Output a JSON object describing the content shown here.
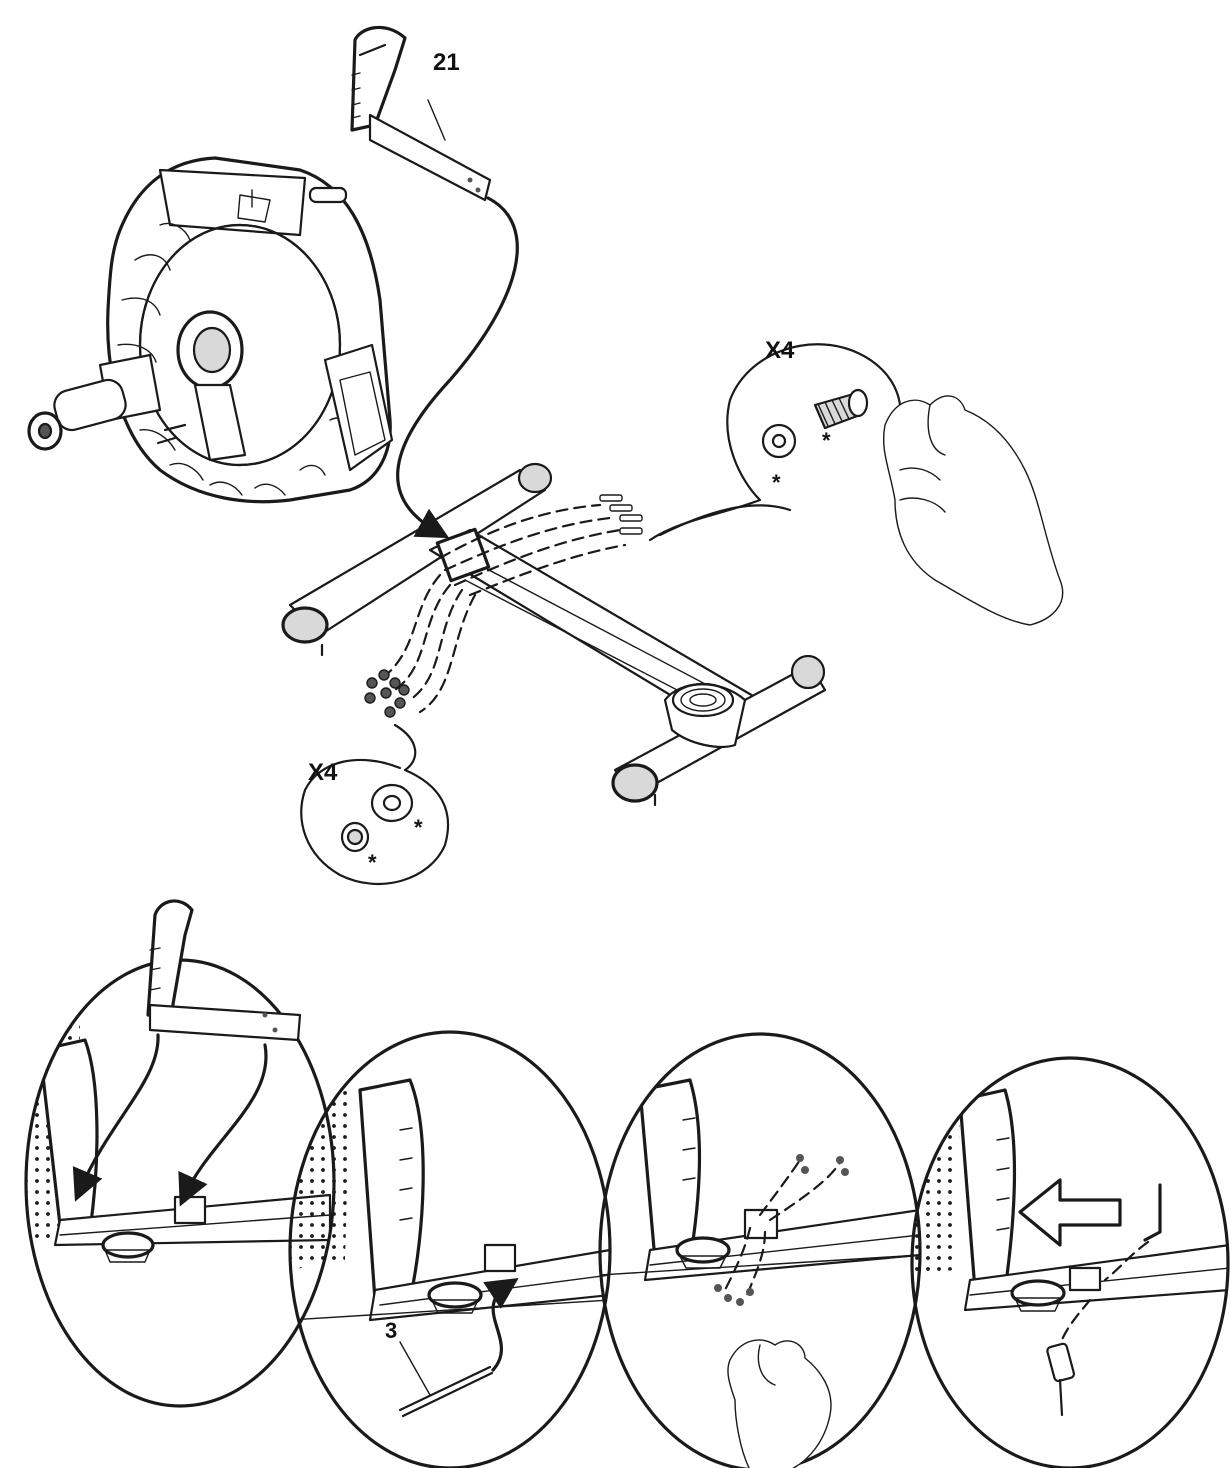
{
  "labels": {
    "part_21": "21",
    "part_3": "3",
    "qty_right": "X4",
    "qty_left": "X4",
    "asterisk": "*"
  },
  "colors": {
    "line": "#1a1a1a",
    "background": "#ffffff",
    "fill_light": "#d9d9d9",
    "fill_dark": "#555555"
  }
}
